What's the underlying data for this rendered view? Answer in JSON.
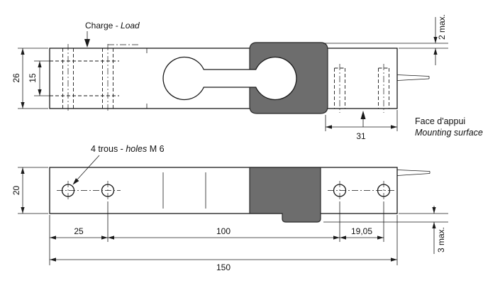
{
  "labels": {
    "load_prefix": "Charge - ",
    "load_word": "Load",
    "holes_prefix": "4 trous - ",
    "holes_word": "holes",
    "holes_suffix": " M 6",
    "mounting_fr": "Face d'appui",
    "mounting_en": "Mounting surface"
  },
  "dims": {
    "overall_height": "26",
    "inner_height": "15",
    "top_protrusion": "2 max.",
    "mounting_length": "31",
    "body_width": "20",
    "hole_offset": "25",
    "hole_spacing": "100",
    "hole_end_spacing": "19,05",
    "overall_length": "150",
    "bottom_protrusion": "3 max."
  },
  "colors": {
    "line": "#1a1a1a",
    "boot": "#6d6d6d",
    "background": "#ffffff"
  }
}
